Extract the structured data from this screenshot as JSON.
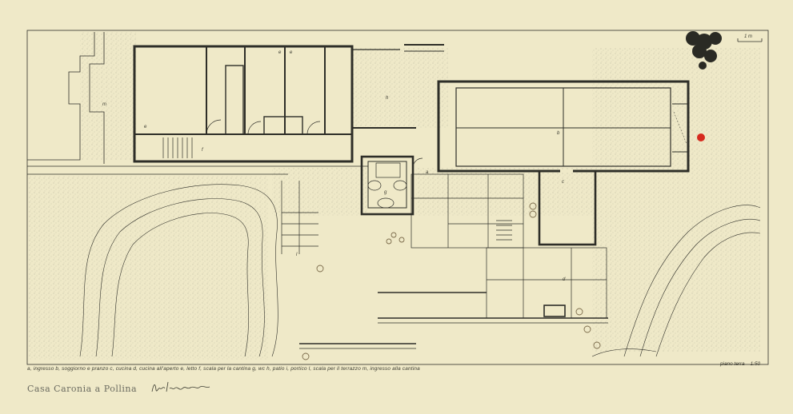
{
  "drawing": {
    "title": "Casa Caronia a Pollina",
    "plan_label": "piano terra",
    "plan_scale": "1:50",
    "scale_bar": "1 m",
    "legend": "a, ingresso   b, soggiorno e pranzo   c, cucina   d, cucina all'aperto   e, letto   f, scala per la cantina   g, wc   h, patio   i, portico   l, scala per il terrazzo   m, ingresso alla cantina"
  },
  "room_letters": {
    "a": "a",
    "b": "b",
    "c": "c",
    "d": "d",
    "e": "e",
    "e2": "e",
    "e3": "e",
    "f": "f",
    "g": "g",
    "h": "h",
    "m": "m",
    "l": "l"
  },
  "colors": {
    "paper": "#efe9c8",
    "ink": "#2e2e28",
    "stipple": "#a9a692",
    "accent_dot": "#d62a1e",
    "tree": "#2a2a24"
  }
}
